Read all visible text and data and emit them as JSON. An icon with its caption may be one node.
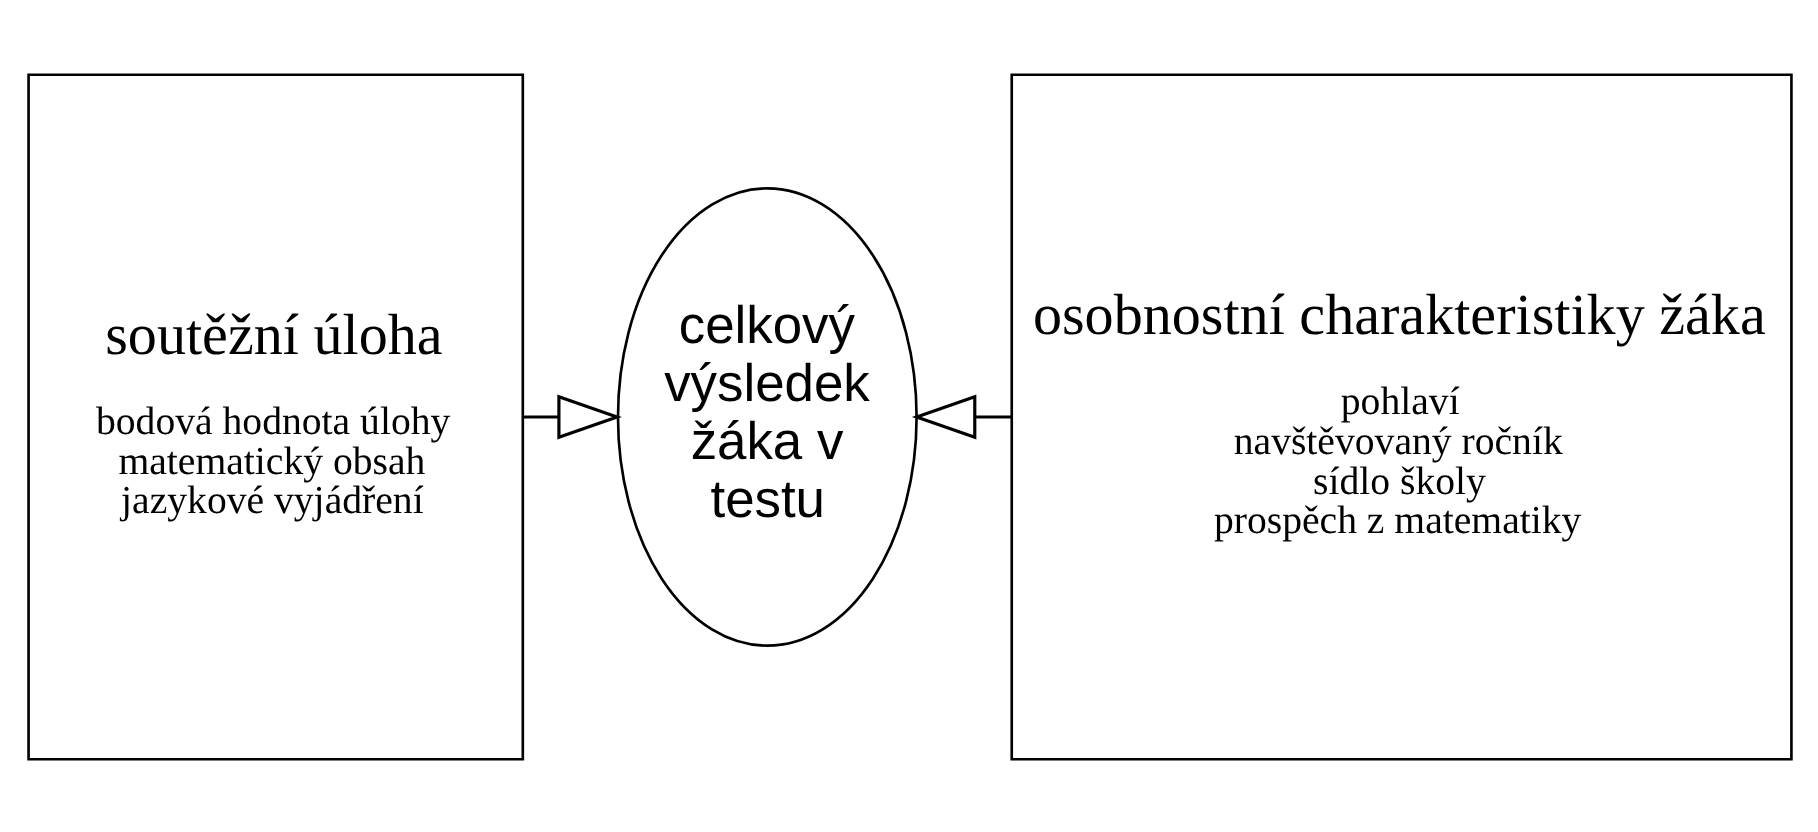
{
  "diagram": {
    "nodes": [
      {
        "text": [
          "soutěžní úloha",
          "bodová hodnota úlohy",
          "matematický obsah",
          "jazykové vyjádření"
        ]
      },
      {
        "text": [
          "celkový výsledek žáka v testu"
        ]
      },
      {
        "text": [
          "osobnostní charakteristiky žáka",
          "pohlaví",
          "navštěvovaný ročník",
          "sídlo školy",
          "prospěch z matematiky"
        ]
      }
    ],
    "edges": [
      {
        "from": 0,
        "to": 1,
        "arrow": "to"
      },
      {
        "from": 2,
        "to": 1,
        "arrow": "to"
      }
    ]
  }
}
